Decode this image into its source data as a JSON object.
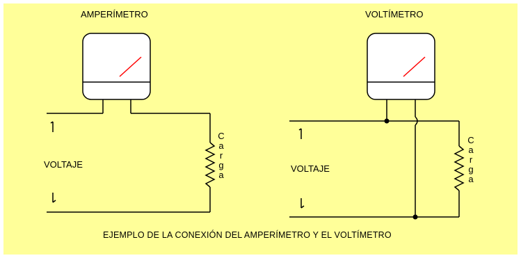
{
  "left": {
    "meter_title": "AMPERÍMETRO",
    "voltage_label": "VOLTAJE",
    "load_letters": [
      "C",
      "a",
      "r",
      "g",
      "a"
    ]
  },
  "right": {
    "meter_title": "VOLTÍMETRO",
    "voltage_label": "VOLTAJE",
    "load_letters": [
      "C",
      "a",
      "r",
      "g",
      "a"
    ]
  },
  "caption": "EJEMPLO DE LA CONEXIÓN DEL AMPERÍMETRO Y EL VOLTÍMETRO",
  "colors": {
    "background": "#ffff99",
    "meter_body": "#ffffff",
    "needle": "#ff0000",
    "wire": "#000000"
  }
}
